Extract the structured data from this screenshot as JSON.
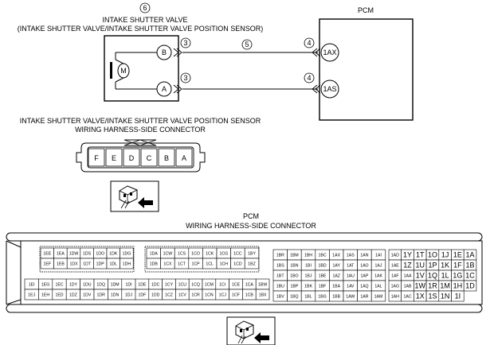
{
  "labels": {
    "valve_callout": "6",
    "valve_title_line1": "INTAKE SHUTTER VALVE",
    "valve_title_line2": "(INTAKE SHUTTER VALVE/INTAKE SHUTTER VALVE POSITION SENSOR)",
    "pcm_title": "PCM",
    "motor_symbol": "M",
    "valve_pin_b": "B",
    "valve_pin_a": "A",
    "pcm_pin_1ax": "1AX",
    "pcm_pin_1as": "1AS",
    "callout_3": "3",
    "callout_4": "4",
    "callout_5": "5",
    "valve_conn_title_line1": "INTAKE SHUTTER VALVE/INTAKE SHUTTER VALVE POSITION SENSOR",
    "valve_conn_title_line2": "WIRING HARNESS-SIDE CONNECTOR",
    "pcm_conn_title_line1": "PCM",
    "pcm_conn_title_line2": "WIRING HARNESS-SIDE CONNECTOR"
  },
  "valve_connector_pins": [
    "F",
    "E",
    "D",
    "C",
    "B",
    "A"
  ],
  "pcm_blocks": [
    {
      "name": "block1-top",
      "rows": [
        [
          "1EE",
          "1EA",
          "1DW",
          "1DS",
          "1DO",
          "1DK",
          "1DG"
        ],
        [
          "1EF",
          "1EB",
          "1DX",
          "1DT",
          "1DP",
          "1DL",
          "1DH"
        ]
      ]
    },
    {
      "name": "block2-top",
      "rows": [
        [
          "1DA",
          "1CW",
          "1CS",
          "1CO",
          "1CK",
          "1CG",
          "1CC",
          "1BY"
        ],
        [
          "1DB",
          "1CX",
          "1CT",
          "1CP",
          "1CL",
          "1CH",
          "1CD",
          "1BZ"
        ]
      ]
    },
    {
      "name": "block1-bottom",
      "rows": [
        [
          "1EI",
          "1EG",
          "1EC",
          "1DY",
          "1DU",
          "1DQ",
          "1DM",
          "1DI"
        ],
        [
          "1EJ",
          "1EH",
          "1ED",
          "1DZ",
          "1DV",
          "1DR",
          "1DN",
          "1DJ"
        ]
      ]
    },
    {
      "name": "block2-bottom",
      "rows": [
        [
          "1DE",
          "1DC",
          "1CY",
          "1CU",
          "1CQ",
          "1CM",
          "1CI",
          "1CE",
          "1CA",
          "1BW"
        ],
        [
          "1DF",
          "1DD",
          "1CZ",
          "1CV",
          "1CR",
          "1CN",
          "1CJ",
          "1CF",
          "1CB",
          "1BX"
        ]
      ]
    },
    {
      "name": "block3",
      "rows": [
        [
          "1BR",
          "1BM",
          "1BH",
          "1BC",
          "1AX",
          "1AS",
          "1AN",
          "1AI"
        ],
        [
          "1BS",
          "1BN",
          "1BI",
          "1BD",
          "1AY",
          "1AT",
          "1AO",
          "1AJ"
        ],
        [
          "1BT",
          "1BO",
          "1BJ",
          "1BE",
          "1AZ",
          "1AU",
          "1AP",
          "1AK"
        ],
        [
          "1BU",
          "1BP",
          "1BK",
          "1BF",
          "1BA",
          "1AV",
          "1AQ",
          "1AL"
        ],
        [
          "1BV",
          "1BQ",
          "1BL",
          "1BG",
          "1BB",
          "1AW",
          "1AR",
          "1AM"
        ]
      ]
    },
    {
      "name": "block4",
      "rows": [
        [
          "1AD",
          "1Y",
          "1T",
          "1O",
          "1J",
          "1E",
          "1A"
        ],
        [
          "1AE",
          "1Z",
          "1U",
          "1P",
          "1K",
          "1F",
          "1B"
        ],
        [
          "1AF",
          "1AA",
          "1V",
          "1Q",
          "1L",
          "1G",
          "1C"
        ],
        [
          "1AG",
          "1AB",
          "1W",
          "1R",
          "1M",
          "1H",
          "1D"
        ],
        [
          "1AH",
          "1AC",
          "1X",
          "1S",
          "1N",
          "1I",
          ""
        ]
      ]
    }
  ]
}
